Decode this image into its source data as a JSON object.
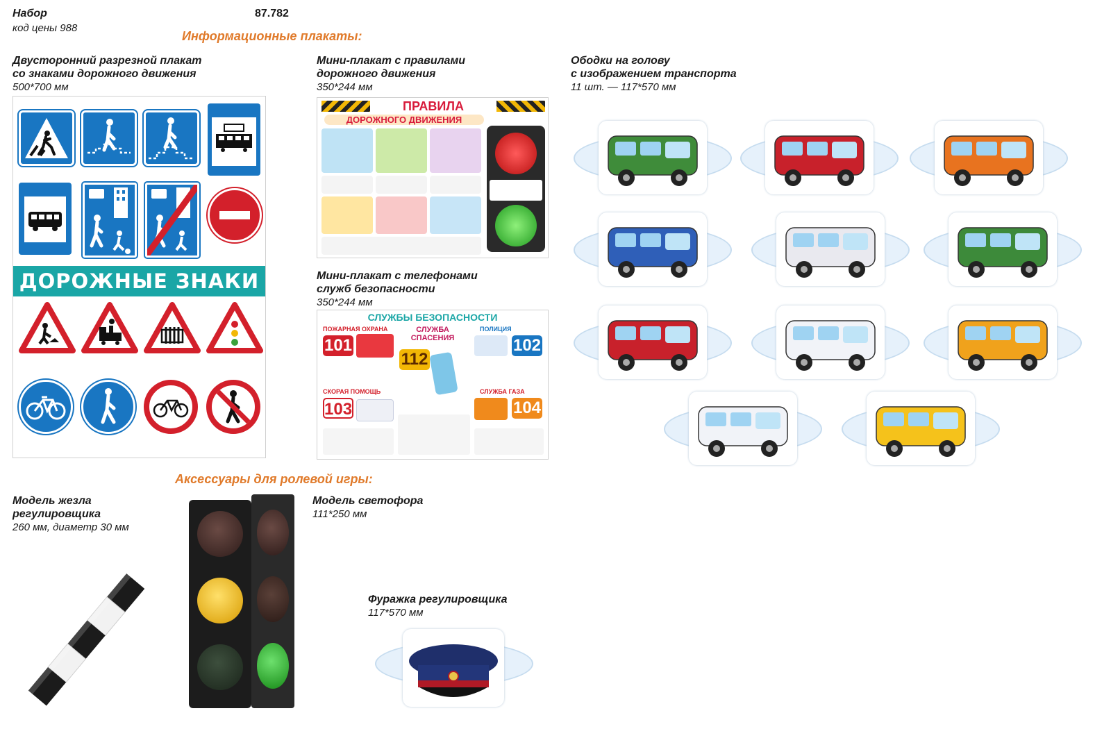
{
  "header": {
    "set_label": "Набор",
    "article": "87.782",
    "price_code": "код цены 988"
  },
  "sections": {
    "info_posters": "Информационные плакаты:",
    "roleplay": "Аксессуары для ролевой игры:"
  },
  "products": {
    "signs_poster": {
      "title_line1": "Двусторонний разрезной плакат",
      "title_line2": "со знаками дорожного движения",
      "size": "500*700 мм",
      "banner": "ДОРОЖНЫЕ ЗНАКИ"
    },
    "rules_poster": {
      "title_line1": "Мини-плакат с правилами",
      "title_line2": "дорожного движения",
      "size": "350*244 мм",
      "heading_line1": "ПРАВИЛА",
      "heading_line2": "ДОРОЖНОГО ДВИЖЕНИЯ"
    },
    "services_poster": {
      "title_line1": "Мини-плакат с телефонами",
      "title_line2": "служб безопасности",
      "size": "350*244 мм",
      "heading": "СЛУЖБЫ БЕЗОПАСНОСТИ",
      "services": [
        {
          "name": "ПОЖАРНАЯ ОХРАНА",
          "number": "101",
          "color": "#d3202b"
        },
        {
          "name": "СЛУЖБА СПАСЕНИЯ",
          "number": "112",
          "color": "#f2b705"
        },
        {
          "name": "ПОЛИЦИЯ",
          "number": "102",
          "color": "#1976c2"
        },
        {
          "name": "СКОРАЯ ПОМОЩЬ",
          "number": "103",
          "color": "#d3202b"
        },
        {
          "name": "СЛУЖБА ГАЗА",
          "number": "104",
          "color": "#f08a1c"
        }
      ]
    },
    "headbands": {
      "title_line1": "Ободки на голову",
      "title_line2": "с изображением транспорта",
      "size": "11 шт. — 117*570 мм",
      "vehicles": [
        {
          "icon": "bus-icon",
          "color": "#3f8c3a"
        },
        {
          "icon": "fire-truck-icon",
          "color": "#c8212b"
        },
        {
          "icon": "concrete-mixer-icon",
          "color": "#e8731f"
        },
        {
          "icon": "trolleybus-icon",
          "color": "#2f5fb8"
        },
        {
          "icon": "ambulance-icon",
          "color": "#e9e9ef"
        },
        {
          "icon": "offroad-car-icon",
          "color": "#3d8a3a"
        },
        {
          "icon": "tram-icon",
          "color": "#c8212b"
        },
        {
          "icon": "police-car-icon",
          "color": "#f1f3f8"
        },
        {
          "icon": "dump-truck-icon",
          "color": "#f0a21c"
        },
        {
          "icon": "minibus-icon",
          "color": "#f1f3f8"
        },
        {
          "icon": "taxi-icon",
          "color": "#f5c21b"
        }
      ]
    },
    "baton": {
      "title_line1": "Модель жезла",
      "title_line2": "регулировщика",
      "size": "260 мм, диаметр 30 мм"
    },
    "traffic_light": {
      "title": "Модель светофора",
      "size": "111*250 мм"
    },
    "cap": {
      "title": "Фуражка регулировщика",
      "size": "117*570 мм"
    }
  },
  "colors": {
    "section_accent": "#e07a2a",
    "sign_blue": "#1976c2",
    "sign_red": "#d3202b",
    "banner_teal": "#1aa6a6"
  }
}
